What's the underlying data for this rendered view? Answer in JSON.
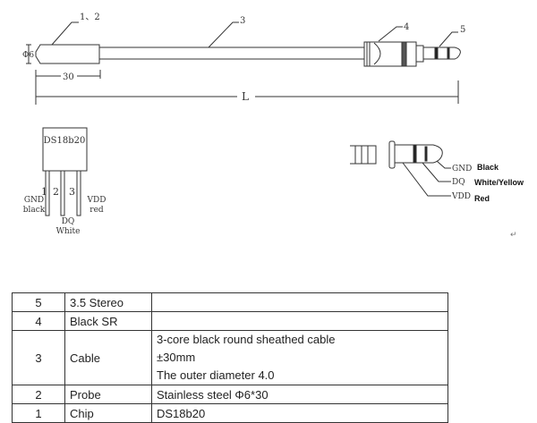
{
  "drawing": {
    "callouts": {
      "probe": "1、2",
      "cable": "3",
      "sr": "4",
      "plug": "5"
    },
    "dimensions": {
      "diameter": "Φ6",
      "probe_length": "30",
      "total_length": "L"
    },
    "chip": {
      "name": "DS18b20",
      "pin_numbers": [
        "1",
        "2",
        "3"
      ],
      "pin1": [
        "GND",
        "black"
      ],
      "pin2": [
        "DQ",
        "White"
      ],
      "pin3": [
        "VDD",
        "red"
      ]
    },
    "jack": {
      "pins": [
        {
          "signal": "GND",
          "color": "Black"
        },
        {
          "signal": "DQ",
          "color": "White/Yellow"
        },
        {
          "signal": "VDD",
          "color": "Red"
        }
      ]
    },
    "return_mark": "↵"
  },
  "table": {
    "rows": [
      {
        "no": "5",
        "part": "3.5 Stereo",
        "desc": [
          ""
        ],
        "extra": ""
      },
      {
        "no": "4",
        "part": "Black SR",
        "desc": [
          ""
        ],
        "extra": ""
      },
      {
        "no": "3",
        "part": "Cable",
        "desc": [
          "3-core black round sheathed cable",
          "The outer diameter 4.0"
        ],
        "extra": "±30mm"
      },
      {
        "no": "2",
        "part": "Probe",
        "desc": [
          "Stainless steel Φ6*30"
        ],
        "extra": ""
      },
      {
        "no": "1",
        "part": "Chip",
        "desc": [
          "DS18b20"
        ],
        "extra": ""
      }
    ]
  }
}
